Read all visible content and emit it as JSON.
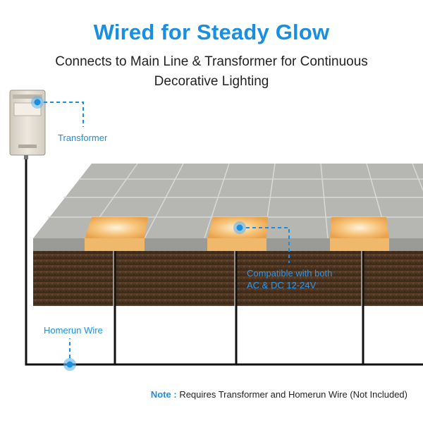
{
  "title": "Wired for Steady Glow",
  "subtitle": "Connects to Main Line & Transformer for Continuous Decorative Lighting",
  "labels": {
    "transformer": "Transformer",
    "compatible_line1": "Compatible with both",
    "compatible_line2": "AC & DC 12-24V",
    "homerun": "Homerun Wire"
  },
  "note": {
    "prefix": "Note :",
    "text": " Requires Transformer and Homerun Wire (Not Included)"
  },
  "colors": {
    "accent": "#1a8fe0",
    "paver": "#a6a6a2",
    "soil": "#4a3423",
    "glow": "#f4b45c"
  }
}
